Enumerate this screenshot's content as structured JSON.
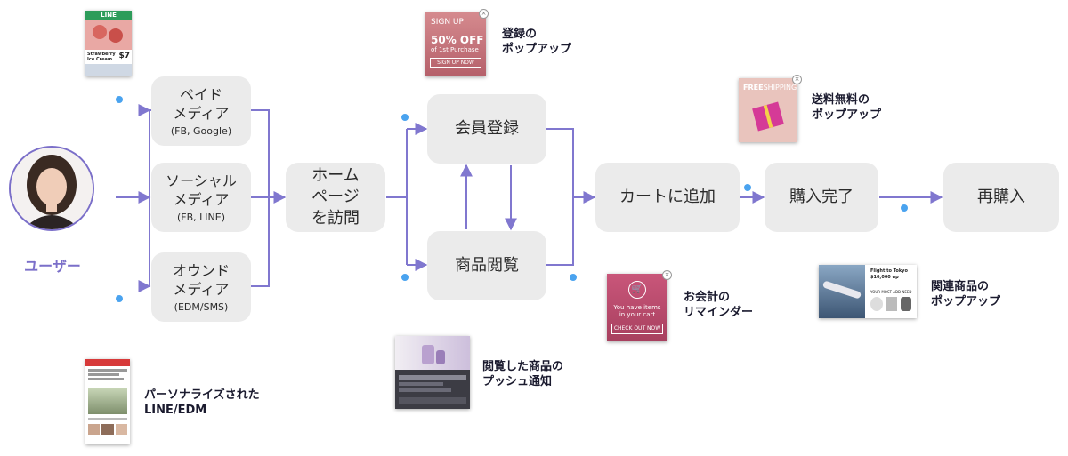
{
  "user": {
    "label": "ユーザー"
  },
  "boxes": {
    "paid_media": {
      "main": "ペイド\nメディア",
      "sub": "(FB, Google)"
    },
    "social_media": {
      "main": "ソーシャル\nメディア",
      "sub": "(FB, LINE)"
    },
    "owned_media": {
      "main": "オウンド\nメディア",
      "sub": "(EDM/SMS)"
    },
    "visit_home": {
      "main": "ホーム\nページ\nを訪問"
    },
    "member_signup": {
      "main": "会員登録"
    },
    "product_browse": {
      "main": "商品閲覧"
    },
    "add_to_cart": {
      "main": "カートに追加"
    },
    "purchase_complete": {
      "main": "購入完了"
    },
    "repurchase": {
      "main": "再購入"
    }
  },
  "annotations": {
    "signup_popup": "登録の\nポップアップ",
    "free_shipping_popup": "送料無料の\nポップアップ",
    "checkout_reminder": "お会計の\nリマインダー",
    "related_products_popup": "関連商品の\nポップアップ",
    "browsed_push": "閲覧した商品の\nプッシュ通知",
    "personalized_line": "パーソナライズされた\nLINE/EDM"
  },
  "thumbs": {
    "line_app": {
      "brand": "LINE",
      "product": "Strawberry\nIce Cream",
      "price": "$7"
    },
    "signup": {
      "head": "SIGN UP",
      "offer": "50% OFF",
      "offer_sub": "of 1st Purchase",
      "button": "SIGN UP NOW"
    },
    "shipping": {
      "head": "FREE",
      "head2": "SHIPPING"
    },
    "cart": {
      "line1": "You have items",
      "line2": "in your cart",
      "button": "CHECK OUT NOW"
    },
    "flight": {
      "title": "Flight to Tokyo",
      "price": "$10,000 up",
      "sub": "YOUR MOST ADD NEED"
    }
  },
  "colors": {
    "accent": "#7b6fc9",
    "dot": "#4aa3ef",
    "box": "#ebebeb"
  }
}
